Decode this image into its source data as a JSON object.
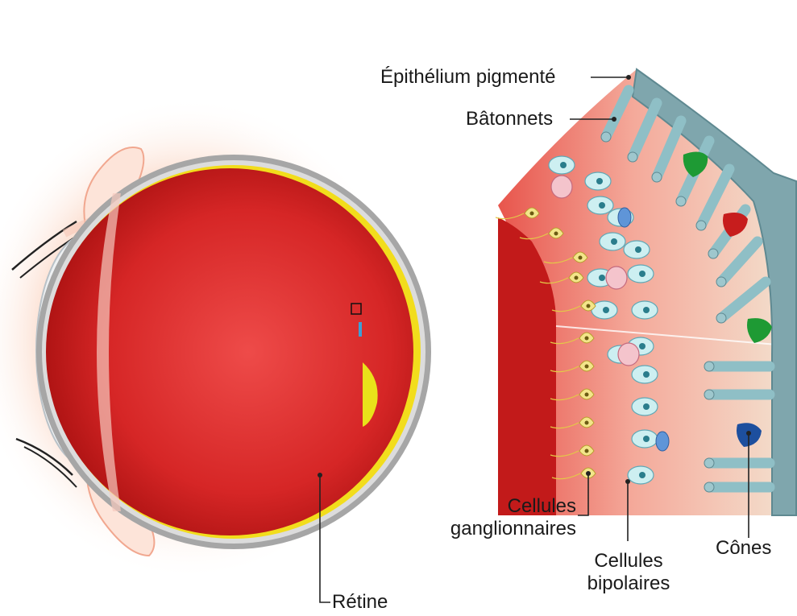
{
  "labels": {
    "epithelium": "Épithélium pigmenté",
    "rods": "Bâtonnets",
    "ganglion_line1": "Cellules",
    "ganglion_line2": "ganglionnaires",
    "bipolar_line1": "Cellules",
    "bipolar_line2": "bipolaires",
    "cones": "Cônes",
    "retina": "Rétine"
  },
  "colors": {
    "eyeball": "#c21a1a",
    "retina_layer": "#f2dd1c",
    "glow": "#f7a98a",
    "epithelium": "#7fa6ad",
    "rod_cell": "#8fbfc6",
    "bipolar_cell": "#cdeff1",
    "ganglion_cell": "#f3e58a",
    "cone_green": "#1e9a34",
    "cone_red": "#c71d1d",
    "cone_blue": "#1d4f9e"
  }
}
